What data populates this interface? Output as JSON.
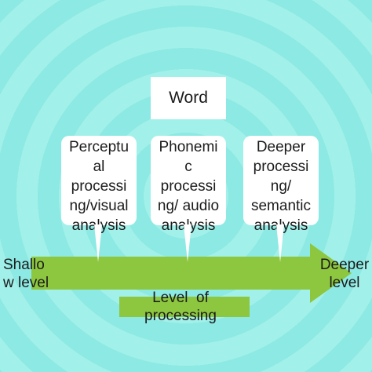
{
  "diagram": {
    "top_box": "Word",
    "stages": [
      {
        "text": "Perceptu\nal\nprocessi\nng/visual\nanalysis"
      },
      {
        "text": "Phonemi\nc\nprocessi\nng/ audio\nanalysis"
      },
      {
        "text": "Deeper\nprocessi\nng/\nsemantic\nanalysis"
      }
    ],
    "left_label": "Shallo\nw level",
    "right_label": "Deeper\nlevel",
    "axis_label": "Level  of\nprocessing",
    "colors": {
      "arrow": "#8dc63f",
      "ring_dark": "#8de9e3",
      "ring_light": "#a2f0ea",
      "box": "#ffffff"
    }
  }
}
